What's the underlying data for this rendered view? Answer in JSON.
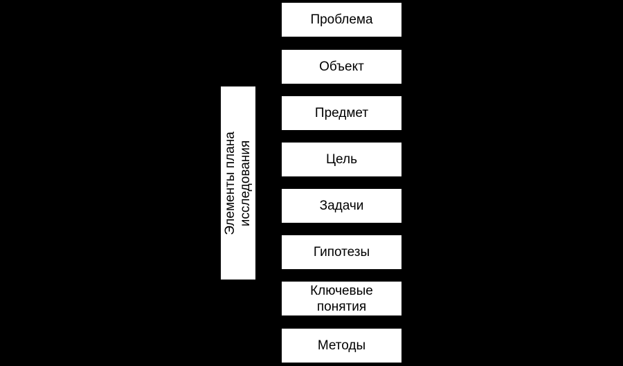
{
  "diagram": {
    "group_label": "Элементы плана исследования",
    "items": [
      "Проблема",
      "Объект",
      "Предмет",
      "Цель",
      "Задачи",
      "Гипотезы",
      "Ключевые понятия",
      "Методы"
    ]
  },
  "colors": {
    "background": "#000000",
    "box_fill": "#ffffff",
    "text": "#000000"
  }
}
